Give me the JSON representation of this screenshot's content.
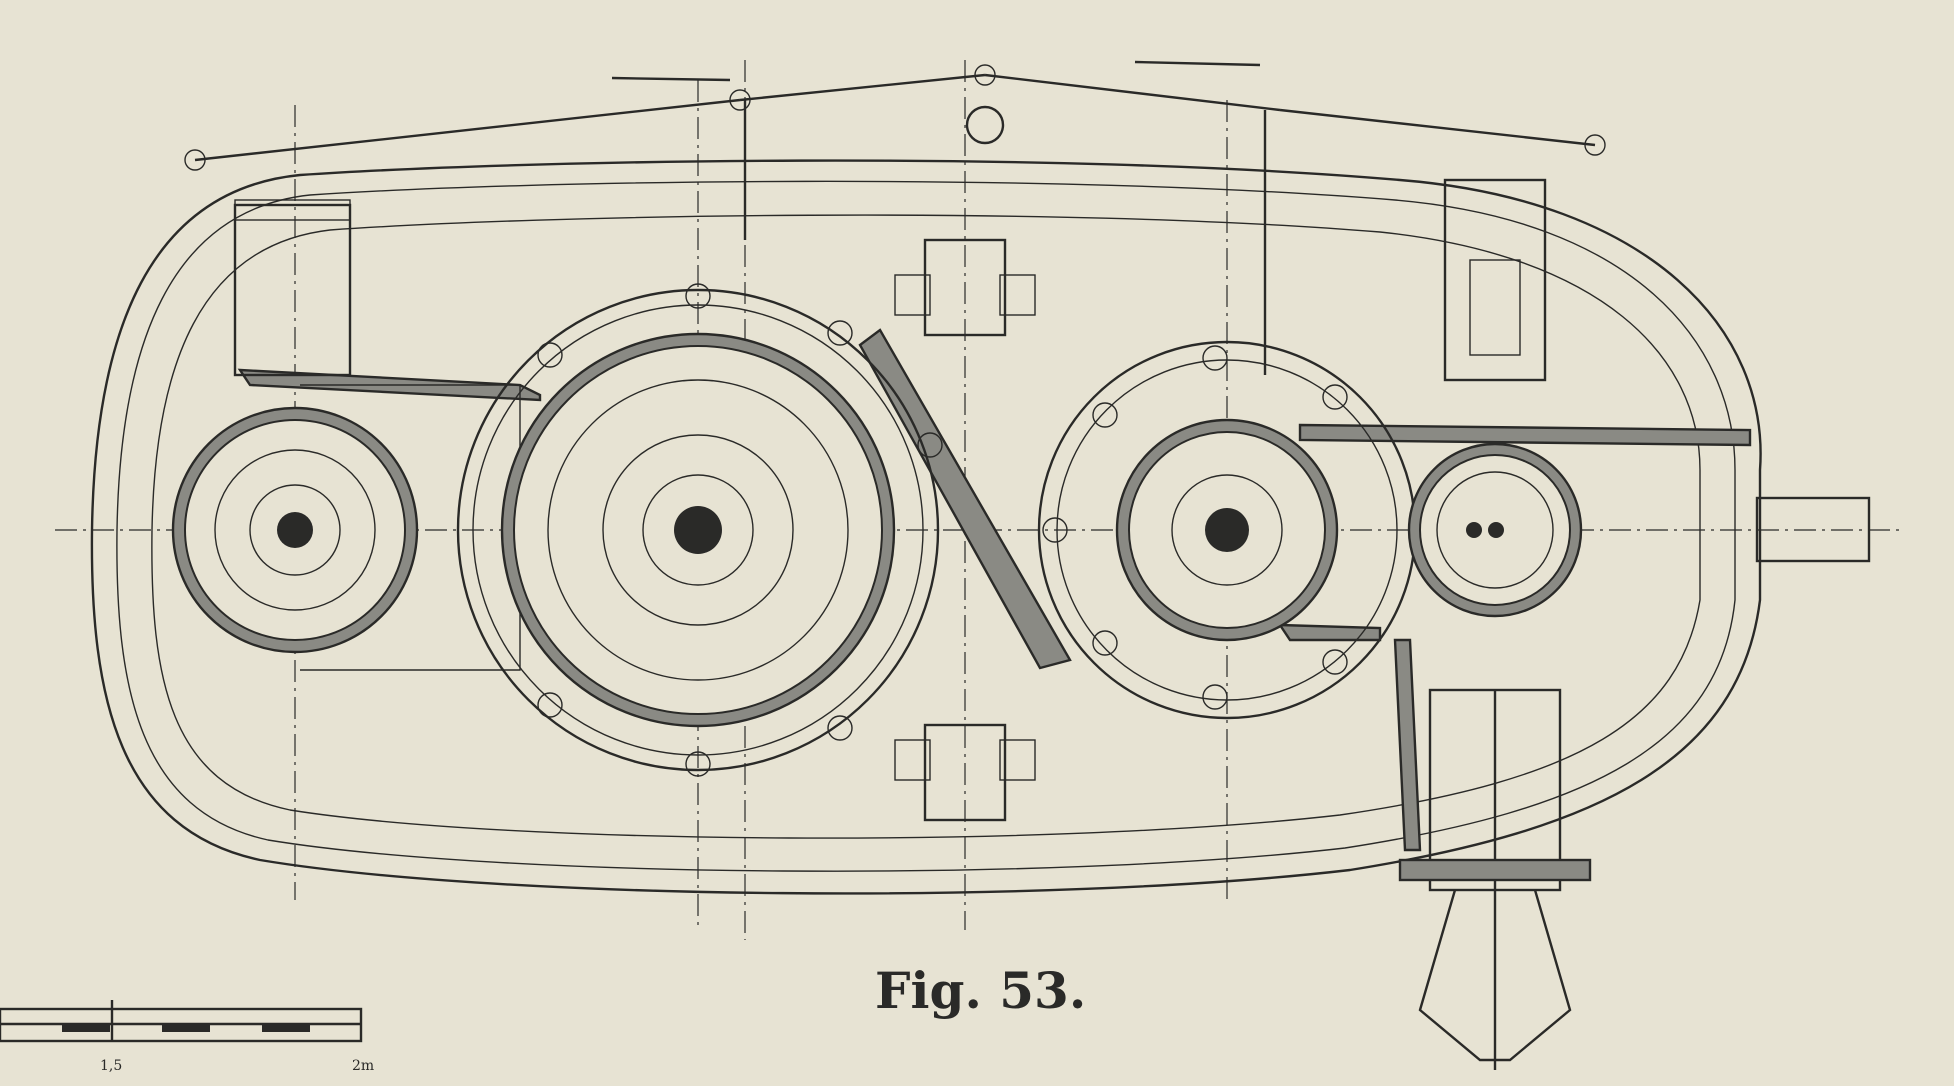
{
  "figure": {
    "caption": "Fig. 53.",
    "scale_bar": {
      "label_mid": "1,5",
      "label_end": "2m"
    }
  },
  "colors": {
    "paper": "#e7e3d3",
    "ink": "#2a2a28"
  }
}
